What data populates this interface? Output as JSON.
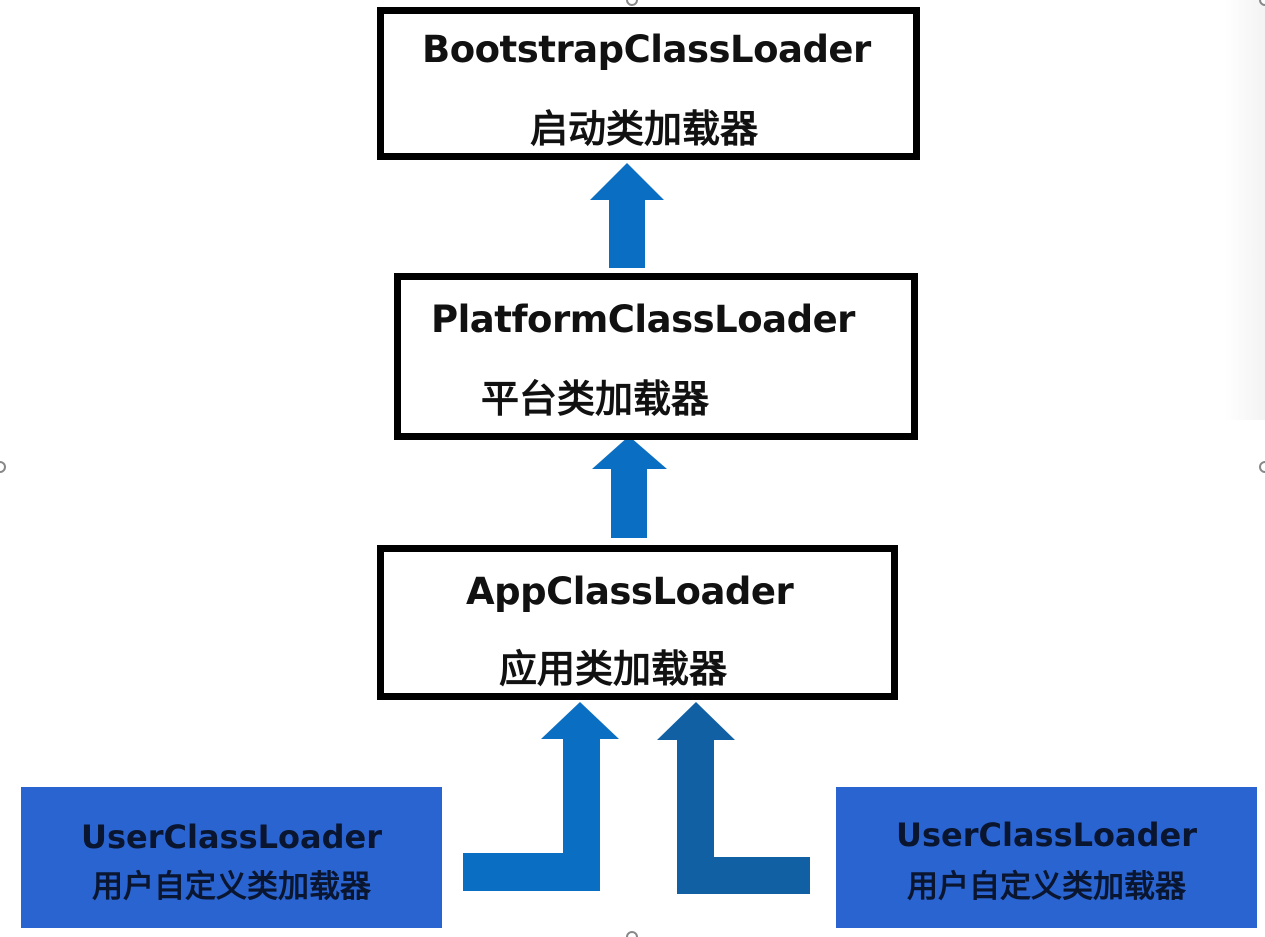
{
  "diagram": {
    "nodes": [
      {
        "id": "bootstrap",
        "name": "BootstrapClassLoader",
        "label_zh": "启动类加载器"
      },
      {
        "id": "platform",
        "name": "PlatformClassLoader",
        "label_zh": "平台类加载器"
      },
      {
        "id": "app",
        "name": "AppClassLoader",
        "label_zh": "应用类加载器"
      },
      {
        "id": "user_left",
        "name": "UserClassLoader",
        "label_zh": "用户自定义类加载器"
      },
      {
        "id": "user_right",
        "name": "UserClassLoader",
        "label_zh": "用户自定义类加载器"
      }
    ],
    "edges": [
      {
        "from": "platform",
        "to": "bootstrap"
      },
      {
        "from": "app",
        "to": "platform"
      },
      {
        "from": "user_left",
        "to": "app"
      },
      {
        "from": "user_right",
        "to": "app"
      }
    ],
    "colors": {
      "arrow": "#0a6fc2",
      "arrow_dark": "#1160a3",
      "user_box": "#2a64d0",
      "box_border": "#000000"
    }
  }
}
